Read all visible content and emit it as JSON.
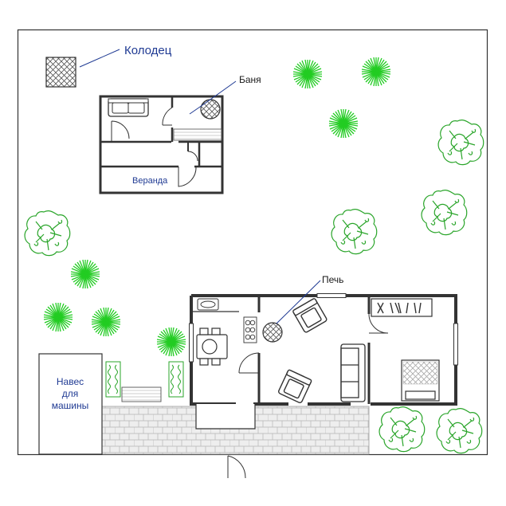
{
  "labels": {
    "well": "Колодец",
    "bathhouse": "Баня",
    "veranda": "Веранда",
    "stove": "Печь",
    "carport_line1": "Навес",
    "carport_line2": "для",
    "carport_line3": "машины"
  },
  "icons": {
    "well": "well-icon",
    "tree": "tree-icon",
    "shrub": "shrub-icon",
    "sofa": "sofa-icon",
    "armchair": "armchair-icon",
    "bed": "bed-icon",
    "dining_set": "dining-table-icon",
    "sink": "sink-icon",
    "stove_top": "cooktop-icon",
    "wardrobe": "wardrobe-icon",
    "stove": "stove-icon",
    "bench": "bench-icon",
    "door": "door-icon"
  },
  "colors": {
    "wall": "#3a3a3a",
    "label": "#1f3a93",
    "tree_green": "#22cc22",
    "shrub_green": "#2aa52a",
    "paving": "#e8e8e8"
  }
}
